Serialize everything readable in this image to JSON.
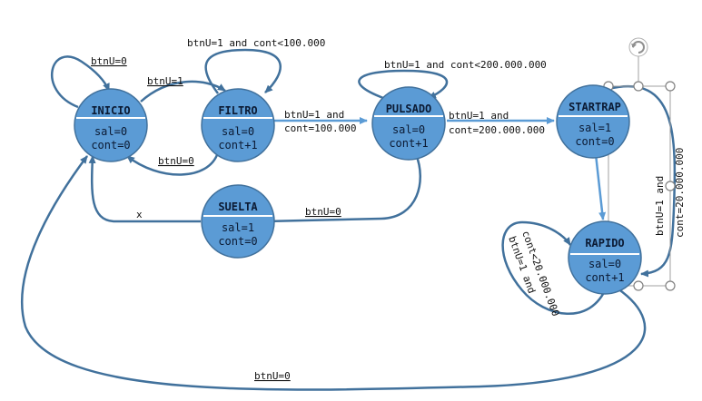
{
  "states": {
    "inicio": {
      "name": "INICIO",
      "out1": "sal=0",
      "out2": "cont=0"
    },
    "filtro": {
      "name": "FILTRO",
      "out1": "sal=0",
      "out2": "cont+1"
    },
    "pulsado": {
      "name": "PULSADO",
      "out1": "sal=0",
      "out2": "cont+1"
    },
    "starttrap": {
      "name": "STARTRAP",
      "out1": "sal=1",
      "out2": "cont=0"
    },
    "suelta": {
      "name": "SUELTA",
      "out1": "sal=1",
      "out2": "cont=0"
    },
    "rapido": {
      "name": "RAPIDO",
      "out1": "sal=0",
      "out2": "cont+1"
    }
  },
  "transitions": {
    "inicio_self": "btnU=0",
    "inicio_filtro": "btnU=1",
    "filtro_self": "btnU=1 and cont<100.000",
    "filtro_inicio": "btnU=0",
    "filtro_pulsado_1": "btnU=1 and",
    "filtro_pulsado_2": "cont=100.000",
    "pulsado_self": "btnU=1 and cont<200.000.000",
    "pulsado_starttrap_1": "btnU=1 and",
    "pulsado_starttrap_2": "cont=200.000.000",
    "pulsado_suelta": "btnU=0",
    "suelta_inicio": "x",
    "rapido_inicio": "btnU=0",
    "starttrap_rapido_1": "btnU=1 and",
    "starttrap_rapido_2": "cont=20.000.000",
    "rapido_self_1": "btnU=1 and",
    "rapido_self_2": "cont<20.000.000"
  },
  "colors": {
    "node_fill": "#5b9bd5",
    "node_stroke": "#41719c",
    "edge": "#41719c",
    "divider": "#ffffff"
  }
}
